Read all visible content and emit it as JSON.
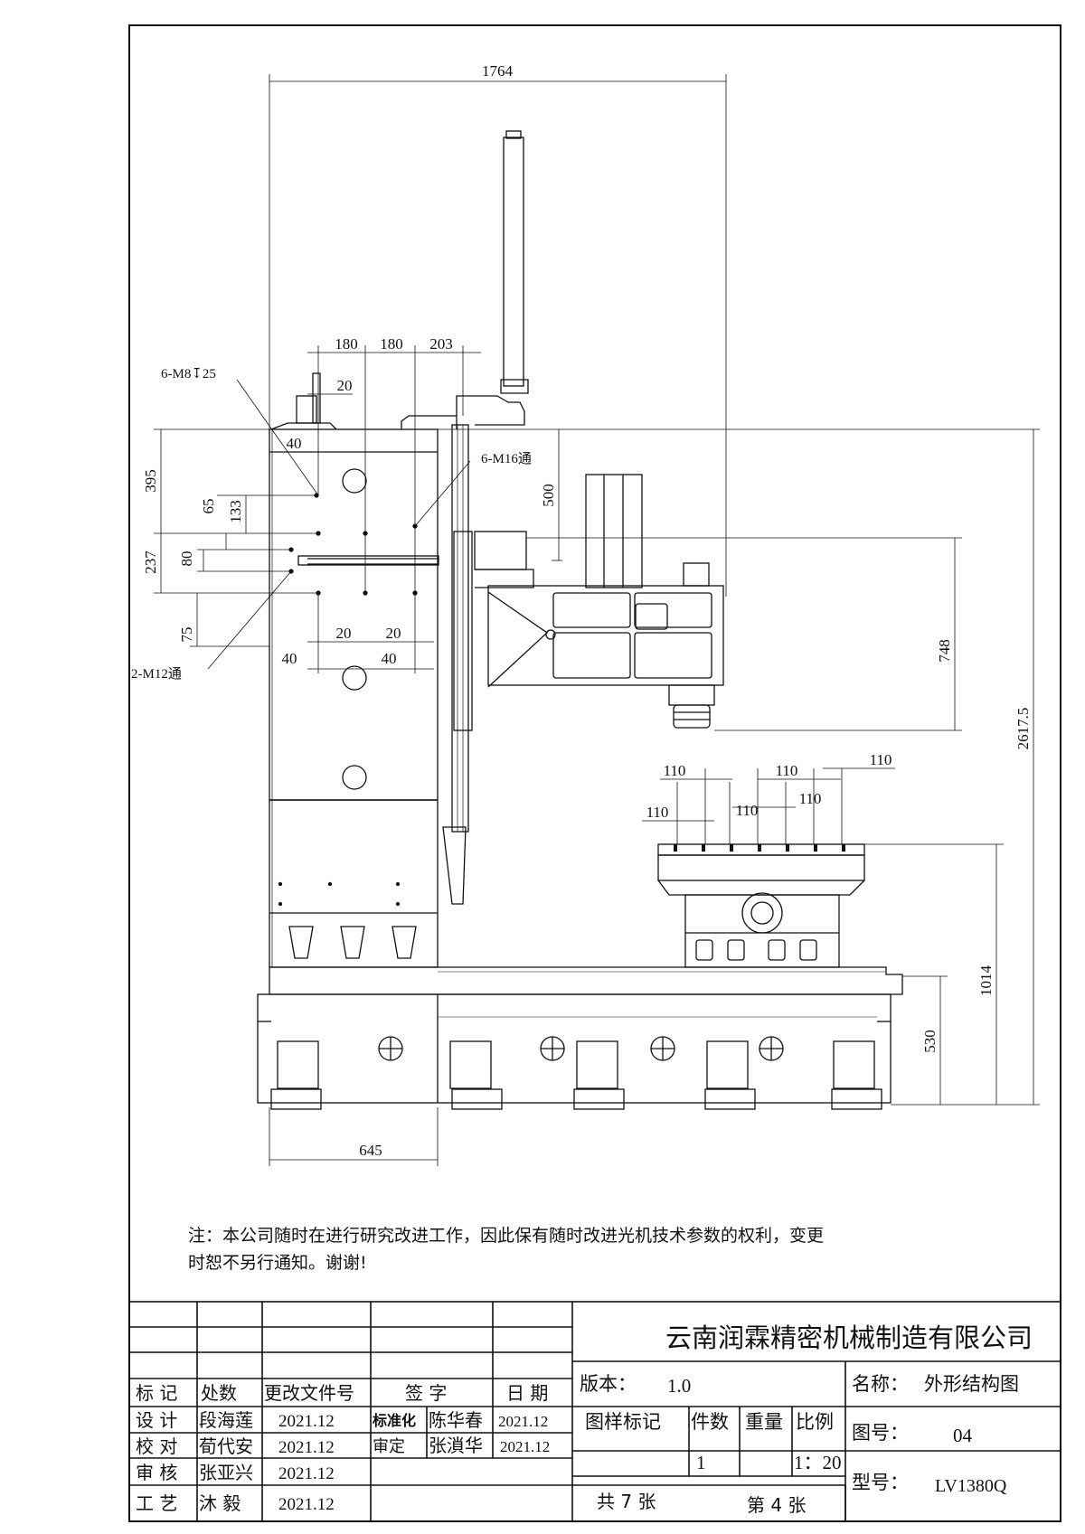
{
  "dimensions": {
    "overall_width": "1764",
    "spacing_1": "180",
    "spacing_2": "180",
    "spacing_3": "203",
    "offset_20_top": "20",
    "offset_40_top": "40",
    "height_395": "395",
    "height_65": "65",
    "height_133": "133",
    "height_237": "237",
    "height_80": "80",
    "height_75": "75",
    "offset_20_left": "20",
    "offset_20_right": "20",
    "offset_40_left": "40",
    "offset_40_right": "40",
    "height_500": "500",
    "height_748": "748",
    "total_height": "2617.5",
    "table_slot_1": "110",
    "table_slot_2": "110",
    "table_slot_3": "110",
    "table_slot_4": "110",
    "table_slot_5": "110",
    "table_slot_6": "110",
    "table_height": "1014",
    "base_height": "530",
    "base_width": "645"
  },
  "callouts": {
    "tapped_holes": "6-M8↧25",
    "through_m16": "6-M16通",
    "through_m12": "2-M12通"
  },
  "note": {
    "line1": "注：本公司随时在进行研究改进工作，因此保有随时改进光机技术参数的权利，变更",
    "line2": "时恕不另行通知。谢谢!"
  },
  "title_block": {
    "company": "云南润霖精密机械制造有限公司",
    "headers": {
      "mark": "标 记",
      "count": "处数",
      "change_doc": "更改文件号",
      "signature": "签  字",
      "date": "日  期"
    },
    "rows": [
      {
        "role": "设  计",
        "name": "段海莲",
        "date": "2021.12"
      },
      {
        "role": "校  对",
        "name": "荀代安",
        "date": "2021.12"
      },
      {
        "role": "审  核",
        "name": "张亚兴",
        "date": "2021.12"
      },
      {
        "role": "工  艺",
        "name": "沐  毅",
        "date": "2021.12"
      }
    ],
    "approvals": [
      {
        "role": "标准化",
        "name": "陈华春",
        "date": "2021.12"
      },
      {
        "role": "审定",
        "name": "张溑华",
        "date": "2021.12"
      }
    ],
    "version_label": "版本：",
    "version_value": "1.0",
    "name_label": "名称：",
    "name_value": "外形结构图",
    "drawing_no_label": "图号：",
    "drawing_no_value": "04",
    "model_label": "型号：",
    "model_value": "LV1380Q",
    "col_sample_mark": "图样标记",
    "col_quantity": "件数",
    "col_weight": "重量",
    "col_scale": "比例",
    "quantity_value": "1",
    "scale_value": "1：20",
    "total_sheets": "共  7  张",
    "sheet_number": "第  4  张"
  }
}
